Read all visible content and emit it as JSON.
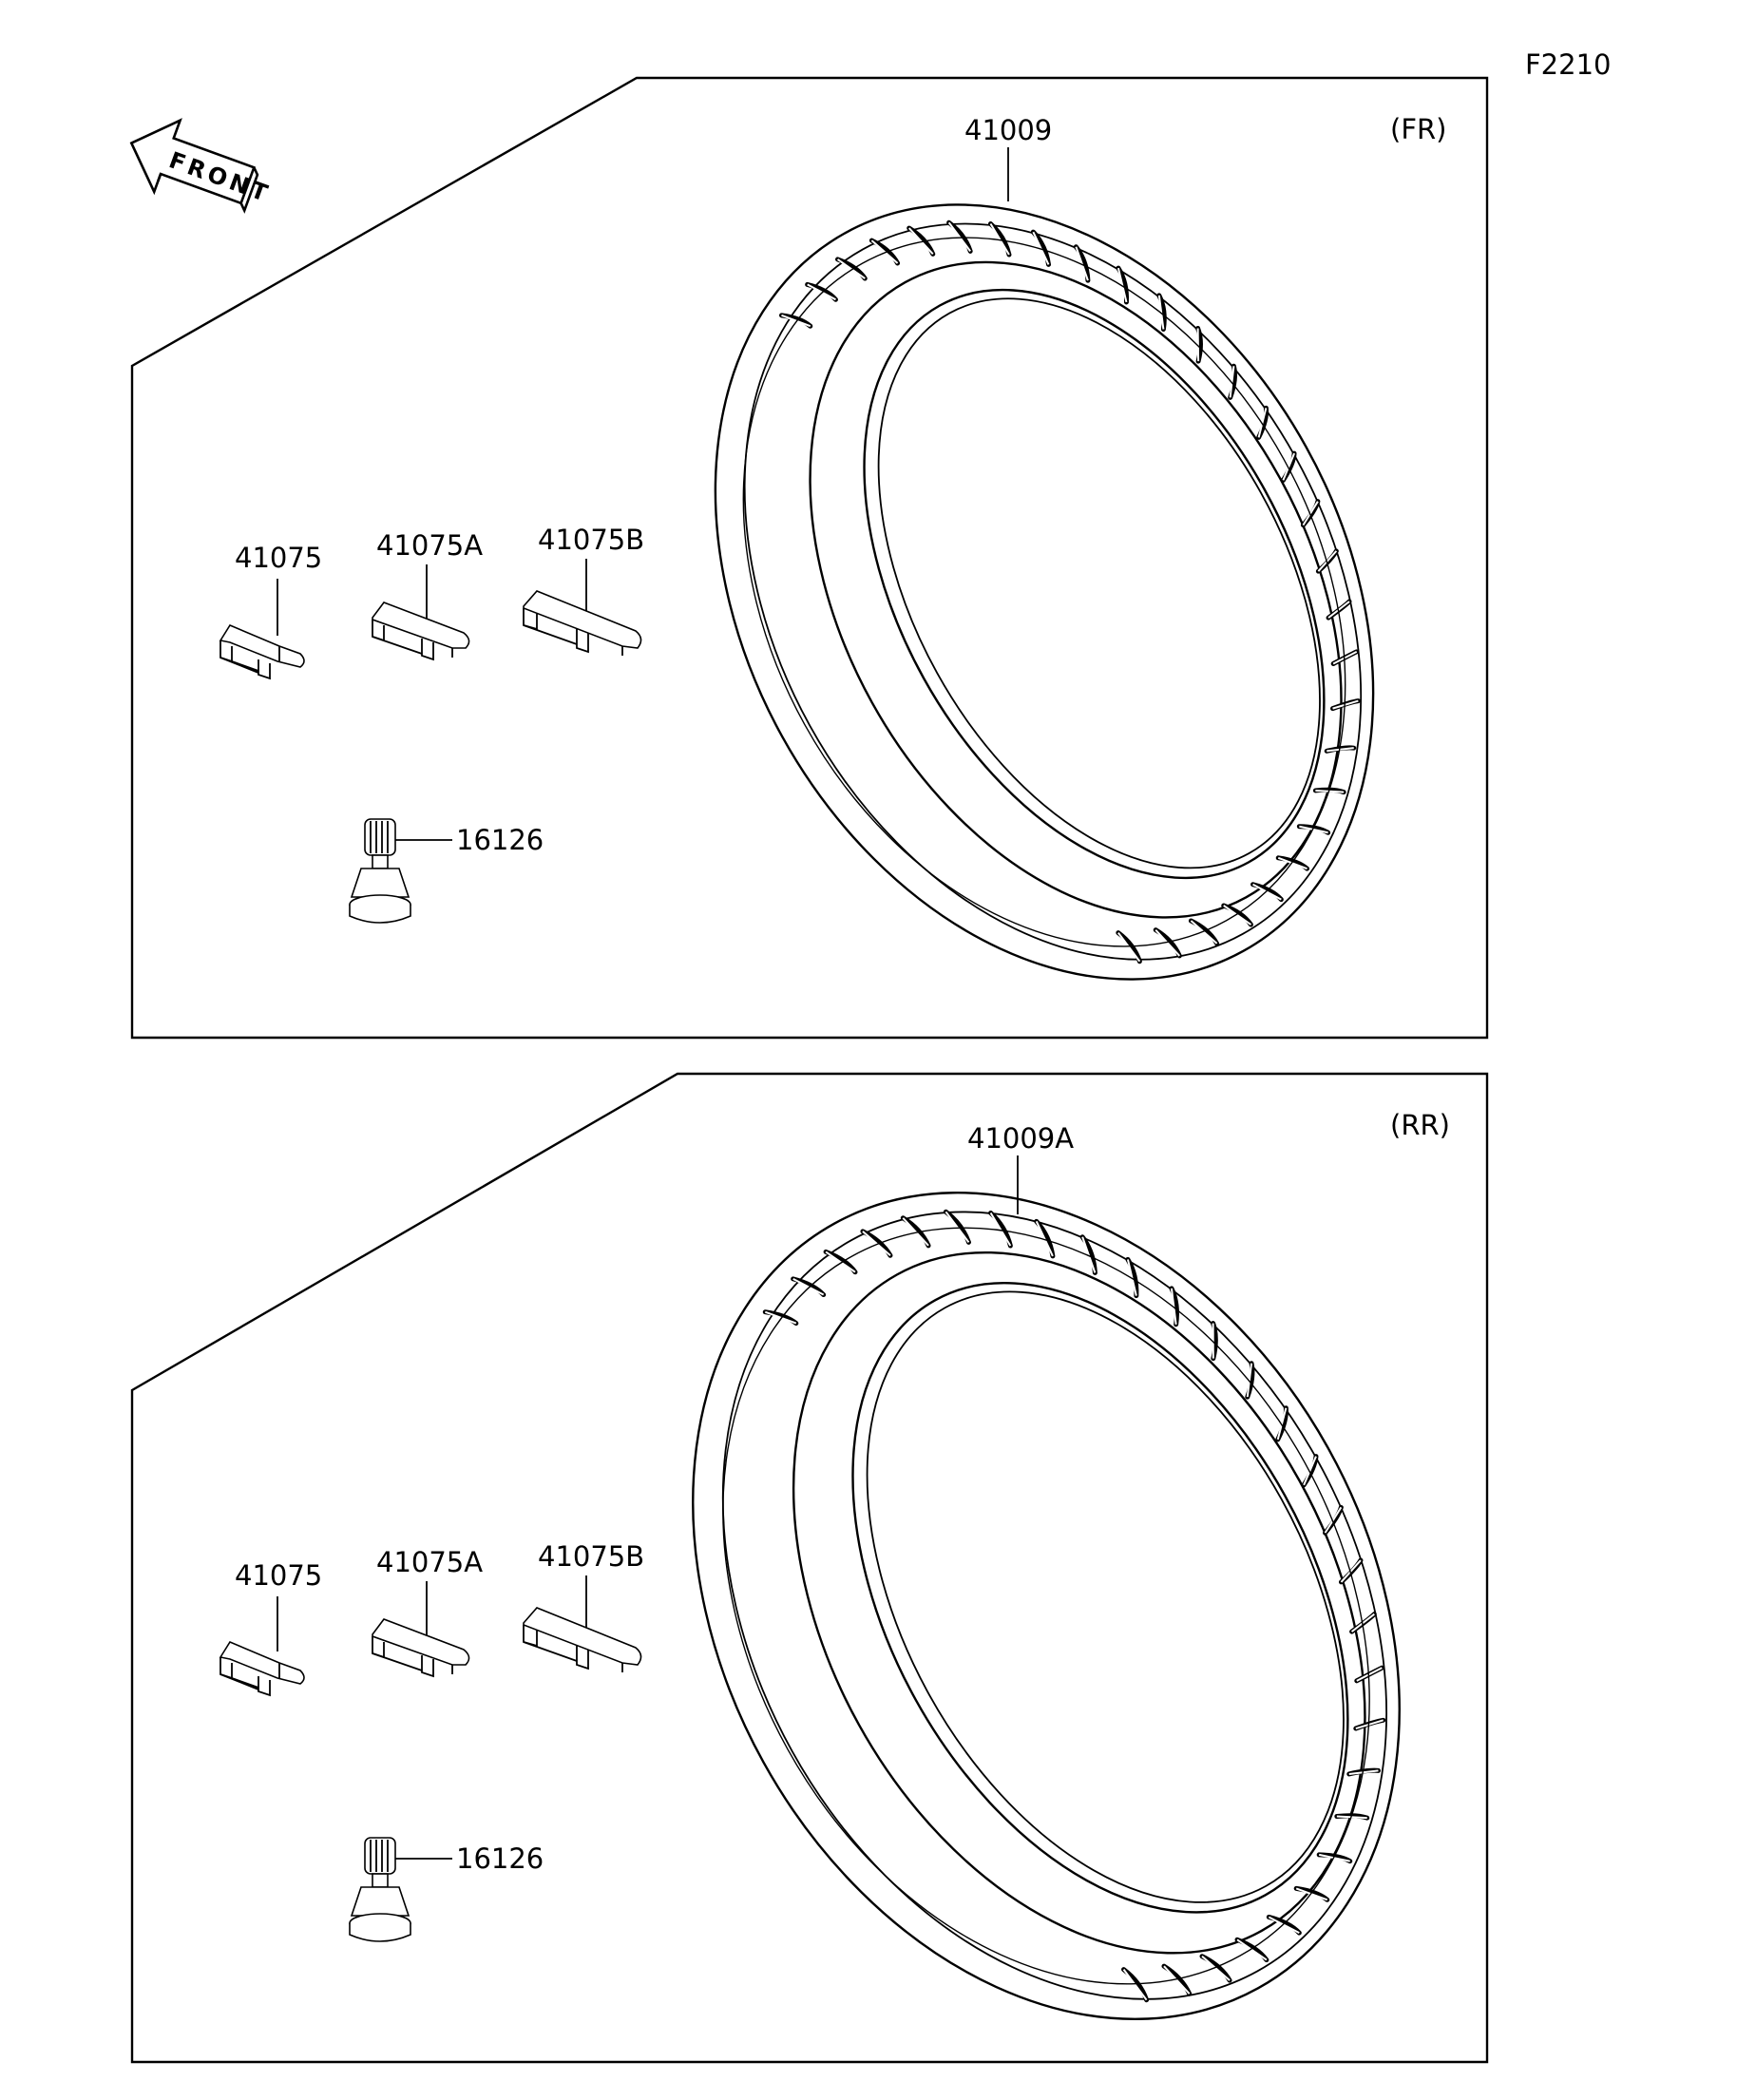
{
  "figure_code": "F2210",
  "front_arrow_label": "FRONT",
  "panels": [
    {
      "position_label": "(FR)",
      "tire_part_no": "41009",
      "balance_weights": [
        "41075",
        "41075A",
        "41075B"
      ],
      "valve_part_no": "16126"
    },
    {
      "position_label": "(RR)",
      "tire_part_no": "41009A",
      "balance_weights": [
        "41075",
        "41075A",
        "41075B"
      ],
      "valve_part_no": "16126"
    }
  ],
  "colors": {
    "line": "#000000",
    "background": "#ffffff"
  }
}
